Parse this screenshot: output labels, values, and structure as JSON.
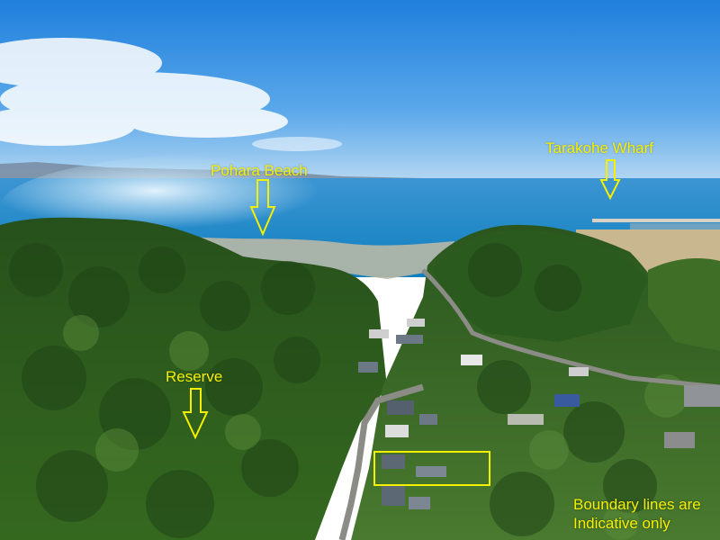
{
  "photo": {
    "description_colors": {
      "sky": "#2f8fe0",
      "sea": "#1a86c8",
      "forest": "#2f5a23",
      "annotation": "#f5f000"
    }
  },
  "annotations": {
    "pohara_beach": "Pohara Beach",
    "tarakohe_wharf": "Tarakohe Wharf",
    "reserve": "Reserve"
  },
  "disclaimer": {
    "line1": "Boundary lines are",
    "line2": "Indicative only"
  },
  "icons": {
    "arrow": "down-arrow-icon",
    "boundary": "property-boundary-rectangle"
  }
}
